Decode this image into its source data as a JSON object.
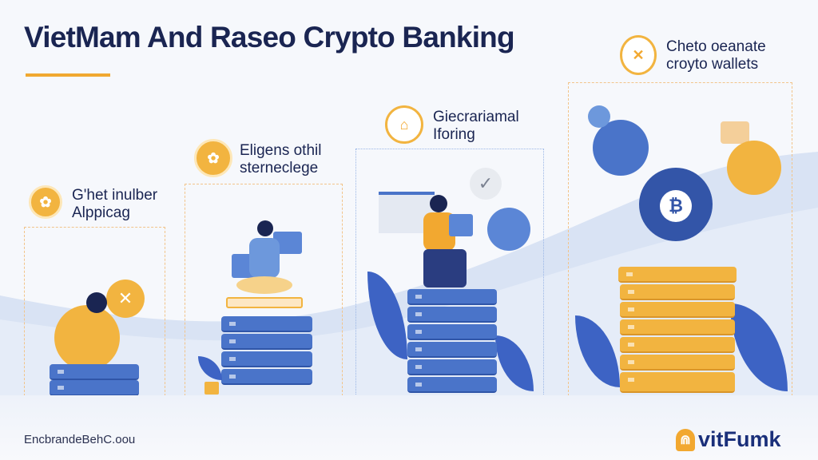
{
  "title": "VietMam And Raseo Crypto Banking",
  "stages": [
    {
      "label_line1": "G'het inulber",
      "label_line2": "Alppicag",
      "icon": "coin-icon"
    },
    {
      "label_line1": "Eligens othil",
      "label_line2": "sterneclege",
      "icon": "coin-icon"
    },
    {
      "label_line1": "Giecrariamal",
      "label_line2": "Iforing",
      "icon": "bank-icon"
    },
    {
      "label_line1": "Cheto oeanate",
      "label_line2": "croyto wallets",
      "icon": "x-coin-icon"
    }
  ],
  "footer": {
    "left_text": "EncbrandeBehC.oou",
    "logo_text": "vitFumk"
  },
  "colors": {
    "navy": "#1a2552",
    "orange": "#f2b440",
    "blue": "#4a74c9"
  }
}
